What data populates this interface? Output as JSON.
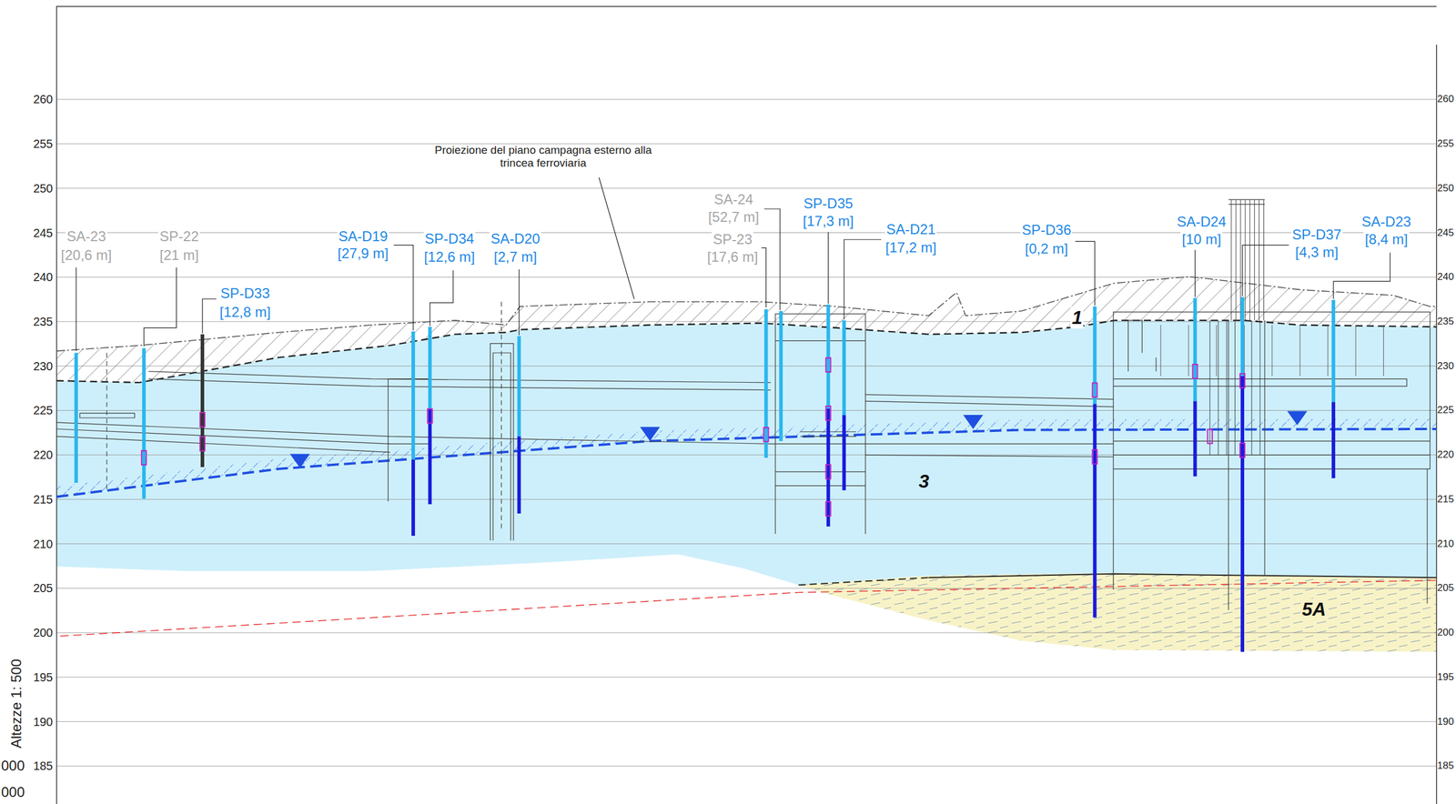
{
  "diagram": {
    "labels": [
      "260",
      "255",
      "250",
      "245",
      "240",
      "235",
      "230",
      "225",
      "220",
      "215",
      "210",
      "205",
      "200",
      "195",
      "190",
      "185",
      "260",
      "255",
      "250",
      "245",
      "240",
      "235",
      "230",
      "225",
      "220",
      "215",
      "210",
      "205",
      "200",
      "195",
      "190",
      "185",
      "Altezze 1: 500",
      "000",
      "000",
      "Proiezione del piano campagna esterno alla trincea ferroviaria",
      "SA-23",
      "[20,6 m]",
      "SP-22",
      "[21 m]",
      "SP-D33",
      "[12,8 m]",
      "SA-D19",
      "[27,9 m]",
      "SP-D34",
      "[12,6 m]",
      "SA-D20",
      "[2,7 m]",
      "SA-24",
      "[52,7 m]",
      "SP-23",
      "[17,6 m]",
      "SP-D35",
      "[17,3 m]",
      "SA-D21",
      "[17,2 m]",
      "SP-D36",
      "[0,2 m]",
      "SA-D24",
      "[10 m]",
      "SP-D37",
      "[4,3 m]",
      "SA-D23",
      "[8,4 m]",
      "1",
      "3",
      "5A"
    ]
  }
}
